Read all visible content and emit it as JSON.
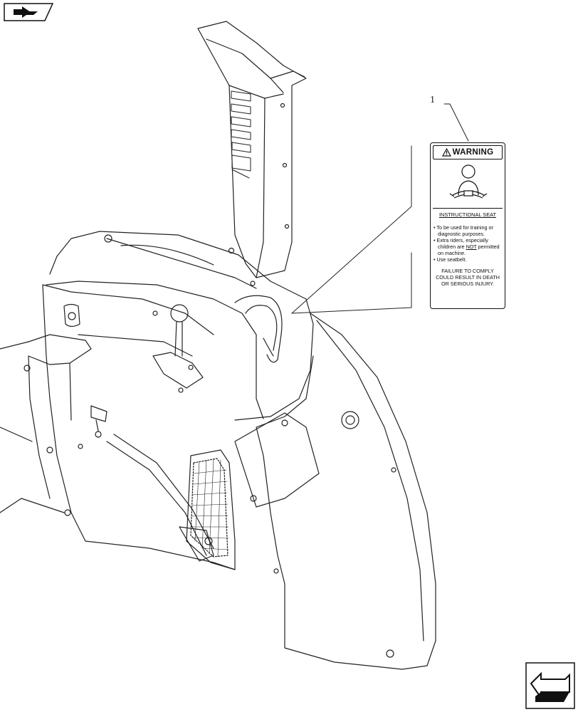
{
  "diagram": {
    "callout_number": "1",
    "decal": {
      "header": "WARNING",
      "header_icon": "warning-triangle-icon",
      "pictogram_icon": "seated-person-seatbelt-icon",
      "subtitle": "INSTRUCTIONAL SEAT",
      "bullets": [
        {
          "pre": "To be used for training or diagnostic purposes.",
          "u": "",
          "post": ""
        },
        {
          "pre": "Extra riders, especially children are ",
          "u": "NOT",
          "post": " permitted on machine."
        },
        {
          "pre": "Use seatbelt.",
          "u": "",
          "post": ""
        }
      ],
      "consequence": "FAILURE TO COMPLY COULD RESULT IN DEATH OR SERIOUS INJURY."
    }
  },
  "nav": {
    "top_icon": "book-arrow-icon",
    "bottom_icon": "previous-page-arrow-icon"
  }
}
